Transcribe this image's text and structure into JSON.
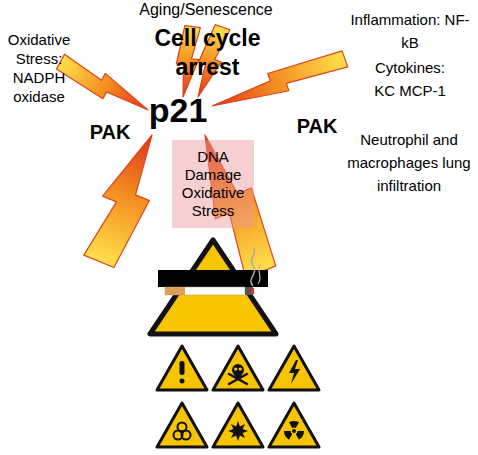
{
  "diagram": {
    "nodes": [
      {
        "text": [
          "DNA Damage Oxidative Stress"
        ]
      }
    ],
    "labels": [
      "Aging/Senescence",
      "Cell cycle arrest",
      "Oxidative Stress: NADPH oxidase",
      "PAK",
      "p21",
      "PAK",
      "Inflammation: NF-kB",
      "Cytokines: KC MCP-1",
      "Neutrophil and macrophages lung infiltration"
    ]
  }
}
